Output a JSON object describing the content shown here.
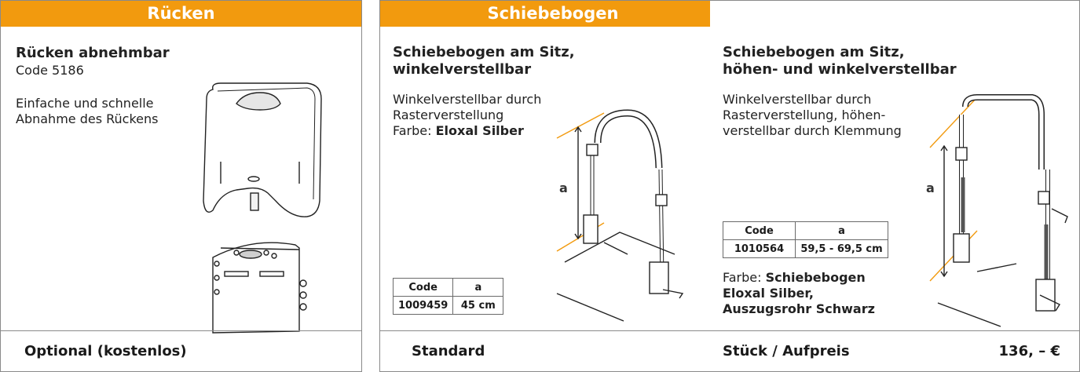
{
  "panel1": {
    "header": "Rücken",
    "title": "Rücken abnehmbar",
    "code_line": "Code 5186",
    "desc_line1": "Einfache und schnelle",
    "desc_line2": "Abnahme des Rückens",
    "footer": "Optional (kostenlos)"
  },
  "panel2": {
    "header": "Schiebebogen",
    "title_line1": "Schiebebogen am Sitz,",
    "title_line2": "winkelverstellbar",
    "desc_line1": "Winkelverstellbar durch",
    "desc_line2": "Rasterverstellung",
    "color_prefix": "Farbe: ",
    "color_value": "Eloxal Silber",
    "dim_label": "a",
    "table": {
      "headers": [
        "Code",
        "a"
      ],
      "row": [
        "1009459",
        "45 cm"
      ]
    },
    "footer": "Standard"
  },
  "panel3": {
    "title_line1": "Schiebebogen am Sitz,",
    "title_line2": "höhen- und winkelverstellbar",
    "desc_line1": "Winkelverstellbar durch",
    "desc_line2": "Rasterverstellung, höhen-",
    "desc_line3": "verstellbar durch Klemmung",
    "dim_label": "a",
    "table": {
      "headers": [
        "Code",
        "a"
      ],
      "row": [
        "1010564",
        "59,5 - 69,5 cm"
      ]
    },
    "color_prefix": "Farbe: ",
    "color_line1": "Schiebebogen",
    "color_line2": "Eloxal Silber,",
    "color_line3": "Auszugsrohr Schwarz",
    "footer_label": "Stück / Aufpreis",
    "footer_price": "136, – €"
  },
  "colors": {
    "accent": "#f29a0e",
    "border": "#8a8a8a"
  }
}
